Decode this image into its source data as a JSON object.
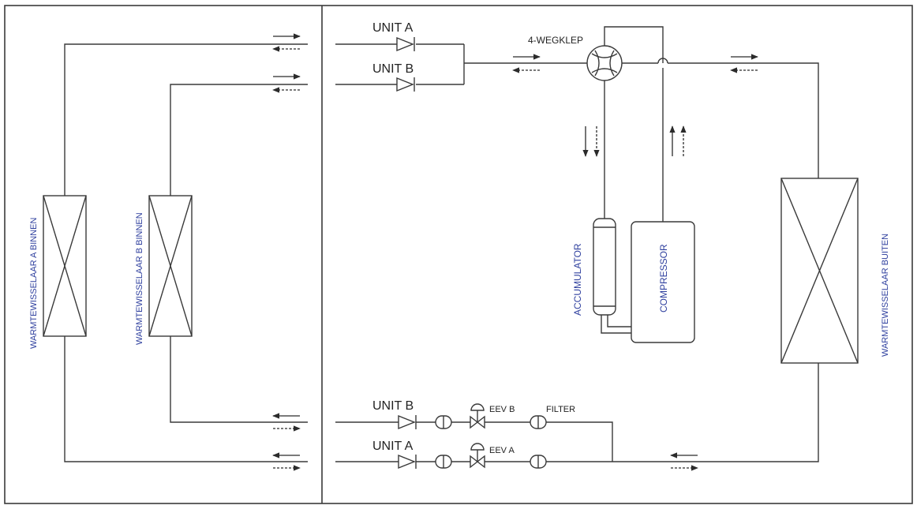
{
  "colors": {
    "line": "#3a3a3a",
    "label_blue": "#2e3f9e",
    "label_black": "#222222",
    "background": "#ffffff"
  },
  "labels": {
    "unit_a": "UNIT A",
    "unit_b": "UNIT B",
    "four_way_valve": "4-WEGKLEP",
    "eev_a": "EEV A",
    "eev_b": "EEV B",
    "filter": "FILTER",
    "accumulator": "ACCUMULATOR",
    "compressor": "COMPRESSOR",
    "hx_indoor_a": "WARMTEWISSELAAR  A BINNEN",
    "hx_indoor_b": "WARMTEWISSELAAR B BINNEN",
    "hx_outdoor": "WARMTEWISSELAAR BUITEN"
  }
}
